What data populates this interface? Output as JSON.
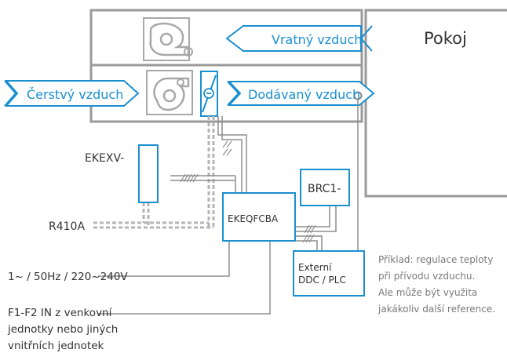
{
  "labels": {
    "room": "Pokoj",
    "return_air": "Vratný vzduch",
    "fresh_air": "Čerstvý vzduch",
    "supply_air": "Dodávaný vzduch",
    "ekexv": "EKEXV-",
    "brc1": "BRC1-",
    "ekeqfcba": "EKEQFCBA",
    "r410a": "R410A",
    "external_line1": "Externí",
    "external_line2": "DDC / PLC",
    "power": "1~ / 50Hz / 220~240V",
    "f1f2_line1": "F1-F2 IN z venkovní",
    "f1f2_line2": "jednotky nebo jiných",
    "f1f2_line3": "vnitřních jednotek",
    "note_line1": "Příklad: regulace teploty",
    "note_line2": "při přívodu vzduchu.",
    "note_line3": "Ale může být využita",
    "note_line4": "jakákoliv další reference."
  },
  "icons": {
    "fan_top": "fan-icon",
    "fan_bottom": "fan-icon",
    "coil": "heat-exchanger-coil-icon",
    "sensor": "temperature-sensor-icon"
  },
  "colors": {
    "accent": "#1a8fd0",
    "frame": "#9a9a9a",
    "text": "#333333"
  }
}
